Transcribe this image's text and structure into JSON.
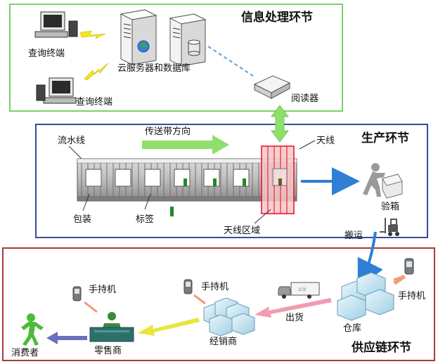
{
  "sections": {
    "info": {
      "title": "信息处理环节",
      "border_color": "#7ccf6f"
    },
    "production": {
      "title": "生产环节",
      "border_color": "#3a4a9a"
    },
    "supply": {
      "title": "供应链环节",
      "border_color": "#a83a3a"
    }
  },
  "labels": {
    "query_terminal_1": "查询终端",
    "query_terminal_2": "查询终端",
    "cloud_server_db": "云服务器和数据库",
    "reader": "阅读器",
    "assembly_line": "流水线",
    "conveyor_direction": "传送带方向",
    "antenna": "天线",
    "packaging": "包装",
    "tag": "标签",
    "antenna_area": "天线区域",
    "inspection": "验箱",
    "transport": "搬运",
    "handheld_warehouse": "手持机",
    "warehouse": "仓库",
    "shipment": "出货",
    "handheld_distributor": "手持机",
    "distributor": "经销商",
    "handheld_retailer": "手持机",
    "retailer": "零售商",
    "consumer": "消费者"
  },
  "colors": {
    "green_arrow": "#8ee06a",
    "blue_arrow": "#2f7fd6",
    "pink_arrow": "#f29bb0",
    "yellow_arrow": "#e8e63a",
    "purple_arrow": "#6a6fbf",
    "antenna_red": "#e8233a",
    "tag_green": "#1f8a2a"
  }
}
